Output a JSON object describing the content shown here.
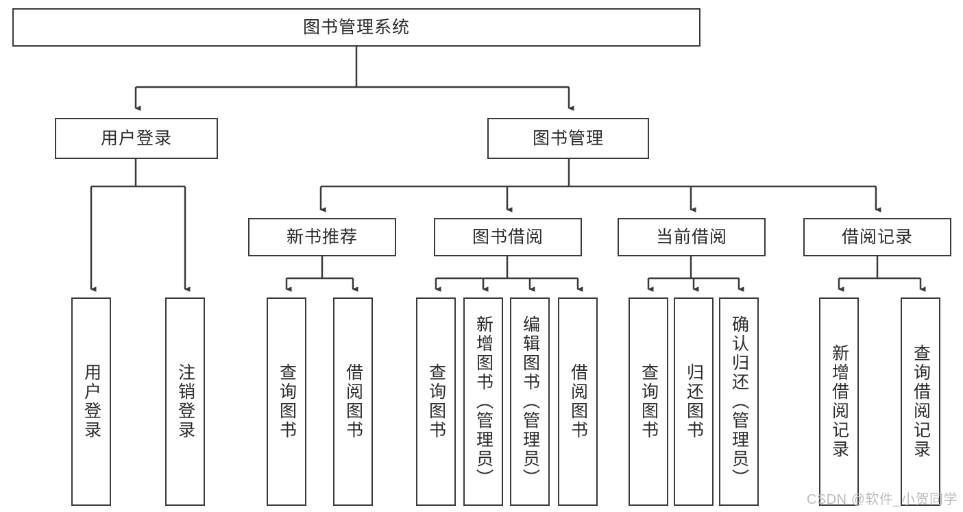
{
  "diagram": {
    "type": "tree-hierarchy-chart",
    "title": "图书管理系统",
    "line_color": "#3a3a3a",
    "text_color": "#2b2b2b",
    "background": "#ffffff",
    "levels": [
      {
        "level": 1,
        "nodes": [
          {
            "id": "root",
            "label": "图书管理系统",
            "orientation": "horizontal"
          }
        ]
      },
      {
        "level": 2,
        "nodes": [
          {
            "id": "login",
            "label": "用户登录",
            "orientation": "horizontal",
            "parent": "root"
          },
          {
            "id": "bookmgmt",
            "label": "图书管理",
            "orientation": "horizontal",
            "parent": "root"
          }
        ]
      },
      {
        "level": 3,
        "nodes": [
          {
            "id": "newbook",
            "label": "新书推荐",
            "orientation": "horizontal",
            "parent": "bookmgmt"
          },
          {
            "id": "borrow",
            "label": "图书借阅",
            "orientation": "horizontal",
            "parent": "bookmgmt"
          },
          {
            "id": "current",
            "label": "当前借阅",
            "orientation": "horizontal",
            "parent": "bookmgmt"
          },
          {
            "id": "records",
            "label": "借阅记录",
            "orientation": "horizontal",
            "parent": "bookmgmt"
          }
        ]
      },
      {
        "level": 4,
        "nodes": [
          {
            "id": "leaf1",
            "label": "用户登录",
            "orientation": "vertical",
            "parent": "login"
          },
          {
            "id": "leaf2",
            "label": "注销登录",
            "orientation": "vertical",
            "parent": "login"
          },
          {
            "id": "leaf3",
            "label": "查询图书",
            "orientation": "vertical",
            "parent": "newbook"
          },
          {
            "id": "leaf4",
            "label": "借阅图书",
            "orientation": "vertical",
            "parent": "newbook"
          },
          {
            "id": "leaf5",
            "label": "查询图书",
            "orientation": "vertical",
            "parent": "borrow"
          },
          {
            "id": "leaf6",
            "label": "新增图书（管理员）",
            "orientation": "vertical",
            "parent": "borrow"
          },
          {
            "id": "leaf7",
            "label": "编辑图书（管理员）",
            "orientation": "vertical",
            "parent": "borrow"
          },
          {
            "id": "leaf8",
            "label": "借阅图书",
            "orientation": "vertical",
            "parent": "borrow"
          },
          {
            "id": "leaf9",
            "label": "查询图书",
            "orientation": "vertical",
            "parent": "current"
          },
          {
            "id": "leaf10",
            "label": "归还图书",
            "orientation": "vertical",
            "parent": "current"
          },
          {
            "id": "leaf11",
            "label": "确认归还（管理员）",
            "orientation": "vertical",
            "parent": "current"
          },
          {
            "id": "leaf12",
            "label": "新增借阅记录",
            "orientation": "vertical",
            "parent": "records"
          },
          {
            "id": "leaf13",
            "label": "查询借阅记录",
            "orientation": "vertical",
            "parent": "records"
          }
        ]
      }
    ]
  },
  "watermark": {
    "text": "CSDN @软件_小贺同学"
  }
}
